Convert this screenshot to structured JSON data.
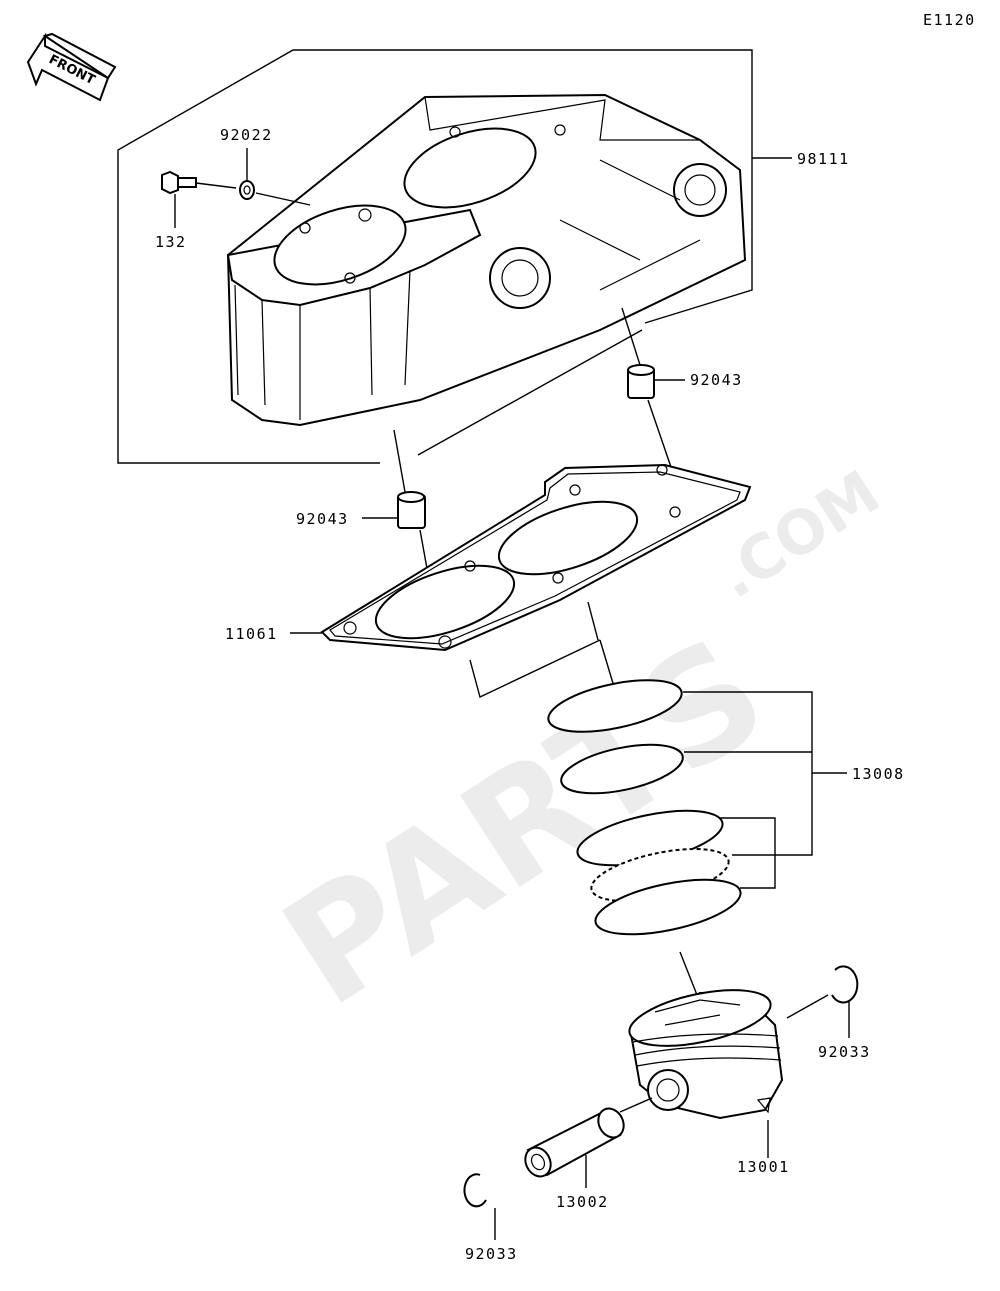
{
  "diagram_code": "E1120",
  "front_arrow_label": "FRONT",
  "watermark": {
    "brand": "PARTS",
    "suffix": ".COM"
  },
  "parts": {
    "cylinder": "98111",
    "washer": "92022",
    "bolt": "132",
    "dowel_upper": "92043",
    "dowel_lower": "92043",
    "gasket": "11061",
    "ring_set": "13008",
    "piston": "13001",
    "piston_pin": "13002",
    "circlip_right": "92033",
    "circlip_left": "92033"
  }
}
